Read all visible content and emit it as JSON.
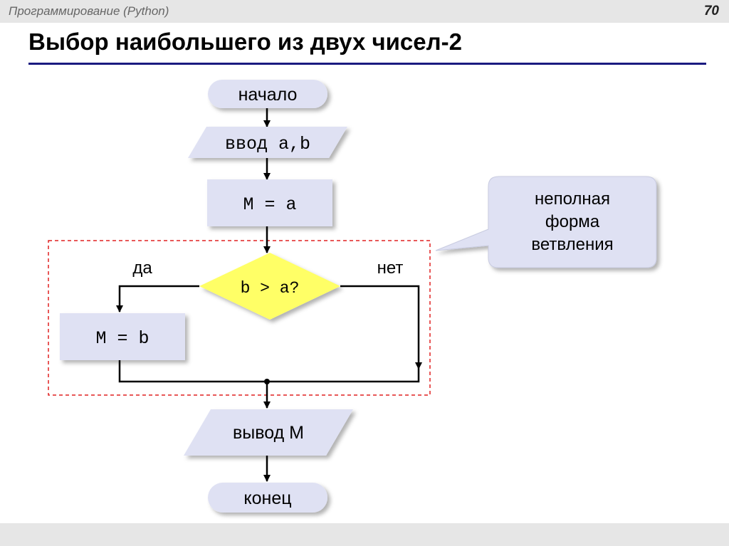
{
  "header": {
    "course": "Программирование (Python)",
    "page_number": "70"
  },
  "slide": {
    "title": "Выбор наибольшего из двух чисел-2"
  },
  "flowchart": {
    "start": "начало",
    "input": "ввод a,b",
    "assign_initial": "M = a",
    "condition": "b > a?",
    "yes_label": "да",
    "no_label": "нет",
    "assign_yes": "M = b",
    "output": "вывод M",
    "end": "конец"
  },
  "callout": {
    "line1": "неполная",
    "line2": "форма",
    "line3": "ветвления"
  },
  "colors": {
    "block_fill": "#dfe1f3",
    "decision_fill": "#ffff66",
    "dashed_border": "#e02020",
    "title_rule": "#1a1a80",
    "callout_fill": "#dfe1f3"
  }
}
